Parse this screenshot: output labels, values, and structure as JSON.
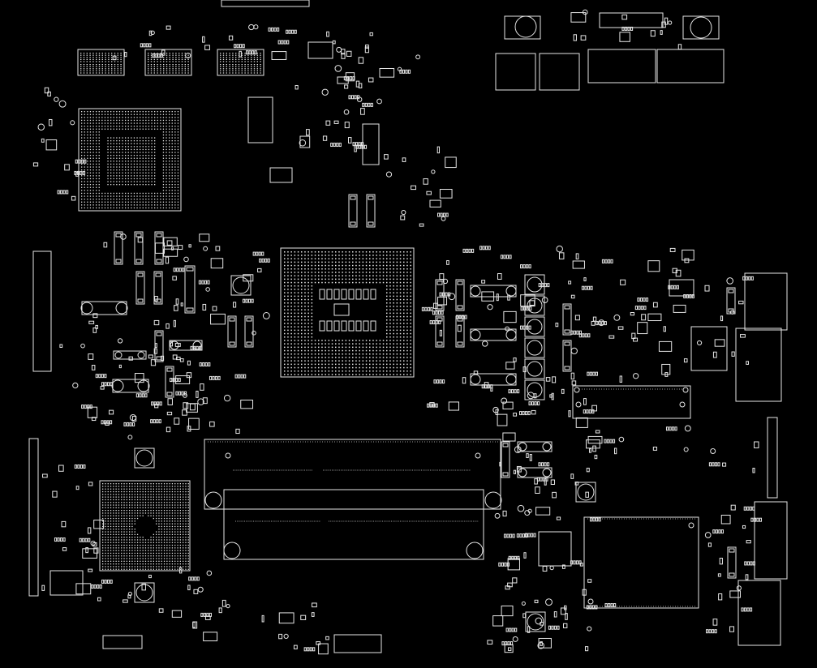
{
  "view": {
    "background": "#000000",
    "outline_color": "#e6e6e6"
  },
  "components": [
    {
      "id": "cpu-socket",
      "icon": "bga-grid-icon"
    },
    {
      "id": "gpu-bga",
      "icon": "bga-grid-icon"
    },
    {
      "id": "pch-bga",
      "icon": "bga-grid-icon"
    },
    {
      "id": "sodimm-slot",
      "icon": "connector-icon"
    },
    {
      "id": "memory-chips",
      "icon": "chip-icon"
    },
    {
      "id": "io-ports",
      "icon": "port-icon"
    },
    {
      "id": "ec-chip",
      "icon": "chip-icon"
    }
  ]
}
